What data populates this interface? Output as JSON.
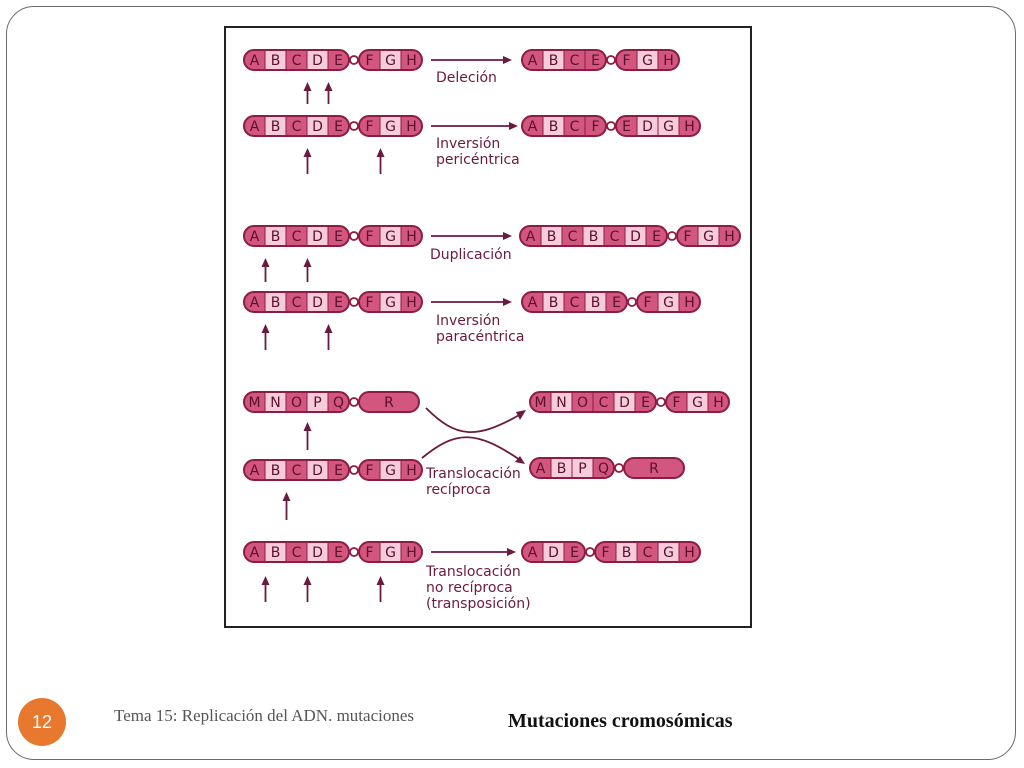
{
  "slide": {
    "page_number": "12",
    "footer": "Tema 15: Replicación del ADN. mutaciones",
    "title": "Mutaciones cromosómicas"
  },
  "colors": {
    "dark_segment": "#d2567e",
    "light_segment": "#f6cbda",
    "outline": "#8c1c46",
    "arrow": "#6a1a3e",
    "badge": "#e8782e"
  },
  "figure": {
    "rows": [
      {
        "id": "delecion",
        "label": [
          "Deleción"
        ],
        "before": {
          "left": [
            "A",
            "B",
            "C",
            "D",
            "E"
          ],
          "right": [
            "F",
            "G",
            "H"
          ]
        },
        "after": {
          "left": [
            "A",
            "B",
            "C",
            "E"
          ],
          "right": [
            "F",
            "G",
            "H"
          ]
        }
      },
      {
        "id": "inversion-pericentrica",
        "label": [
          "Inversión",
          "pericéntrica"
        ],
        "before": {
          "left": [
            "A",
            "B",
            "C",
            "D",
            "E"
          ],
          "right": [
            "F",
            "G",
            "H"
          ]
        },
        "after": {
          "left": [
            "A",
            "B",
            "C",
            "F"
          ],
          "right": [
            "E",
            "D",
            "G",
            "H"
          ]
        }
      },
      {
        "id": "duplicacion",
        "label": [
          "Duplicación"
        ],
        "before": {
          "left": [
            "A",
            "B",
            "C",
            "D",
            "E"
          ],
          "right": [
            "F",
            "G",
            "H"
          ]
        },
        "after": {
          "left": [
            "A",
            "B",
            "C",
            "B",
            "C",
            "D",
            "E"
          ],
          "right": [
            "F",
            "G",
            "H"
          ]
        }
      },
      {
        "id": "inversion-paracentrica",
        "label": [
          "Inversión",
          "paracéntrica"
        ],
        "before": {
          "left": [
            "A",
            "B",
            "C",
            "D",
            "E"
          ],
          "right": [
            "F",
            "G",
            "H"
          ]
        },
        "after": {
          "left": [
            "A",
            "B",
            "C",
            "B",
            "E"
          ],
          "right": [
            "F",
            "G",
            "H"
          ]
        }
      },
      {
        "id": "translocacion-reciproca",
        "label": [
          "Translocación",
          "recíproca"
        ],
        "before_top": {
          "left": [
            "M",
            "N",
            "O",
            "P",
            "Q"
          ],
          "right": [
            "R"
          ]
        },
        "before_bottom": {
          "left": [
            "A",
            "B",
            "C",
            "D",
            "E"
          ],
          "right": [
            "F",
            "G",
            "H"
          ]
        },
        "after_top": {
          "left": [
            "M",
            "N",
            "O",
            "C",
            "D",
            "E"
          ],
          "right": [
            "F",
            "G",
            "H"
          ]
        },
        "after_bottom": {
          "left": [
            "A",
            "B",
            "P",
            "Q"
          ],
          "right": [
            "R"
          ]
        }
      },
      {
        "id": "translocacion-no-reciproca",
        "label": [
          "Translocación",
          "no recíproca",
          "(transposición)"
        ],
        "before": {
          "left": [
            "A",
            "B",
            "C",
            "D",
            "E"
          ],
          "right": [
            "F",
            "G",
            "H"
          ]
        },
        "after": {
          "left": [
            "A",
            "D",
            "E"
          ],
          "right": [
            "F",
            "B",
            "C",
            "G",
            "H"
          ]
        }
      }
    ]
  }
}
